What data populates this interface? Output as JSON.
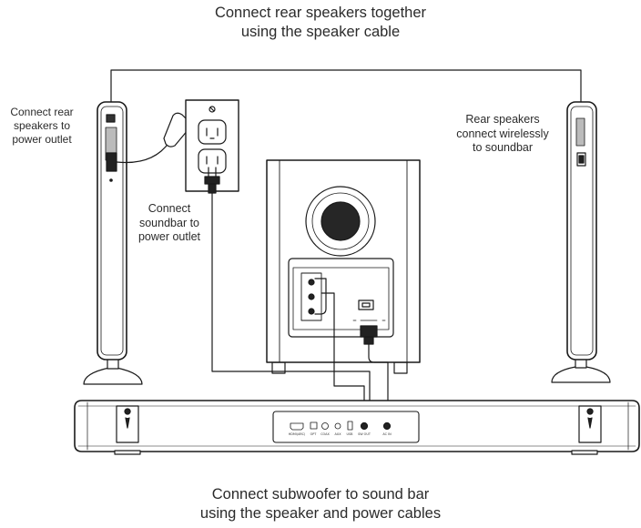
{
  "captions": {
    "top_line1": "Connect rear speakers together",
    "top_line2": "using the speaker cable",
    "bottom_line1": "Connect subwoofer to sound bar",
    "bottom_line2": "using the speaker and power cables"
  },
  "callouts": {
    "rear_power_line1": "Connect rear",
    "rear_power_line2": "speakers to",
    "rear_power_line3": "power outlet",
    "wireless_line1": "Rear speakers",
    "wireless_line2": "connect wirelessly",
    "wireless_line3": "to soundbar",
    "soundbar_power_line1": "Connect",
    "soundbar_power_line2": "soundbar to",
    "soundbar_power_line3": "power outlet"
  },
  "soundbar_ports": [
    "HDMI(ARC)",
    "OPT",
    "COAX",
    "AUX",
    "USB",
    "SW OUT",
    "AC IN"
  ],
  "colors": {
    "line": "#1a1a1a",
    "fill": "#ffffff",
    "woofer": "#262626"
  }
}
